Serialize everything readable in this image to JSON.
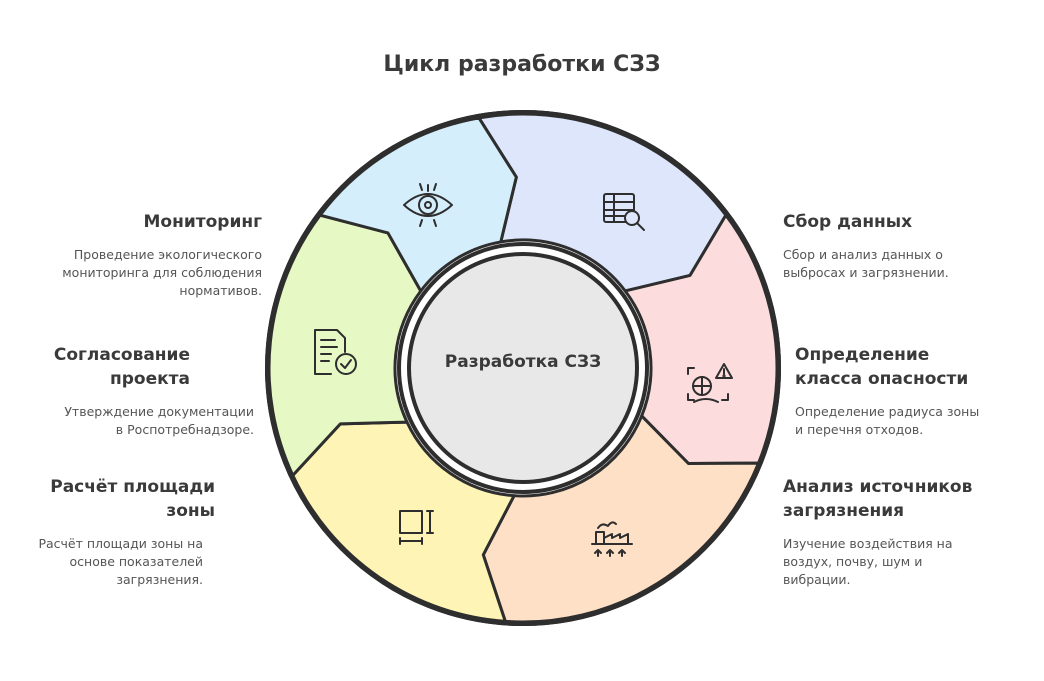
{
  "title": "Цикл разработки СЗЗ",
  "center": "Разработка СЗЗ",
  "colors": {
    "monitoring": "#d4eefb",
    "data_collection": "#dde6fb",
    "hazard_class": "#fcdcdc",
    "source_analysis": "#fde0c6",
    "area_calc": "#fdf4b6",
    "approval": "#e6f8c4",
    "center_fill": "#e8e8e8",
    "stroke": "#2e2e2e"
  },
  "steps": [
    {
      "key": "data_collection",
      "title": "Сбор данных",
      "text": [
        "Сбор и анализ данных о",
        "выбросах и загрязнении."
      ],
      "icon": "table-search-icon"
    },
    {
      "key": "hazard_class",
      "title": [
        "Определение",
        "класса опасности"
      ],
      "text": [
        "Определение радиуса зоны",
        "и перечня отходов."
      ],
      "icon": "hazard-scan-icon"
    },
    {
      "key": "source_analysis",
      "title": [
        "Анализ источников",
        "загрязнения"
      ],
      "text": [
        "Изучение воздействия на",
        "воздух, почву, шум и",
        "вибрации."
      ],
      "icon": "factory-emissions-icon"
    },
    {
      "key": "area_calc",
      "title": [
        "Расчёт площади",
        "зоны"
      ],
      "text": [
        "Расчёт площади зоны на",
        "основе показателей",
        "загрязнения."
      ],
      "icon": "area-measure-icon"
    },
    {
      "key": "approval",
      "title": [
        "Согласование",
        "проекта"
      ],
      "text": [
        "Утверждение документации",
        "в Роспотребнадзоре."
      ],
      "icon": "document-check-icon"
    },
    {
      "key": "monitoring",
      "title": "Мониторинг",
      "text": [
        "Проведение экологического",
        "мониторинга для соблюдения",
        "нормативов."
      ],
      "icon": "eye-monitor-icon"
    }
  ]
}
